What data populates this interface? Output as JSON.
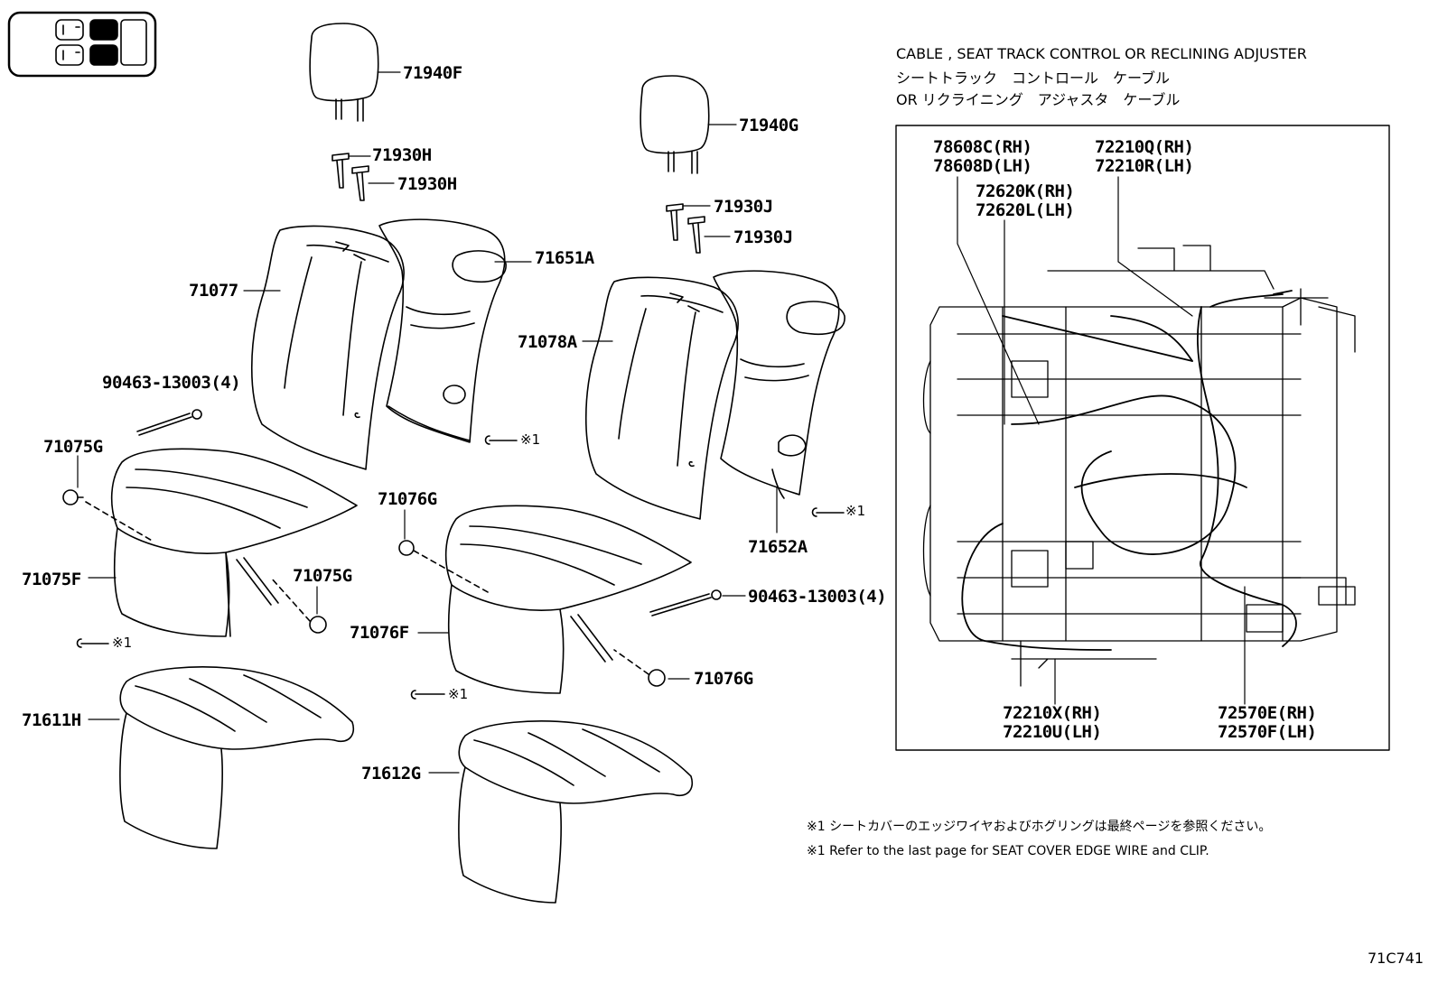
{
  "inset": {
    "header_en": "CABLE , SEAT TRACK CONTROL OR RECLINING ADJUSTER",
    "header_jp1": "シートトラック　コントロール　ケーブル",
    "header_jp2": "OR リクライニング　アジャスタ　ケーブル",
    "labels": {
      "p78608C": "78608C(RH)",
      "p78608D": "78608D(LH)",
      "p72620K": "72620K(RH)",
      "p72620L": "72620L(LH)",
      "p72210Q": "72210Q(RH)",
      "p72210R": "72210R(LH)",
      "p72210X": "72210X(RH)",
      "p72210U": "72210U(LH)",
      "p72570E": "72570E(RH)",
      "p72570F": "72570F(LH)"
    }
  },
  "parts": {
    "p71940F": "71940F",
    "p71930H_a": "71930H",
    "p71930H_b": "71930H",
    "p71077": "71077",
    "p71651A": "71651A",
    "p71940G": "71940G",
    "p71930J_a": "71930J",
    "p71930J_b": "71930J",
    "p71078A": "71078A",
    "p90463_a": "90463-13003(4)",
    "p90463_b": "90463-13003(4)",
    "p71075G_a": "71075G",
    "p71075G_b": "71075G",
    "p71075F": "71075F",
    "p71076G_a": "71076G",
    "p71076G_b": "71076G",
    "p71076F": "71076F",
    "p71652A": "71652A",
    "p71611H": "71611H",
    "p71612G": "71612G",
    "ref_1": "※1",
    "ref_2": "※1",
    "ref_3": "※1",
    "ref_4": "※1"
  },
  "notes": {
    "jp": "※1  シートカバーのエッジワイヤおよびホグリングは最終ページを参照ください。",
    "en": "※1  Refer to the last page for SEAT COVER EDGE WIRE and CLIP."
  },
  "diagram_code": "71C741"
}
